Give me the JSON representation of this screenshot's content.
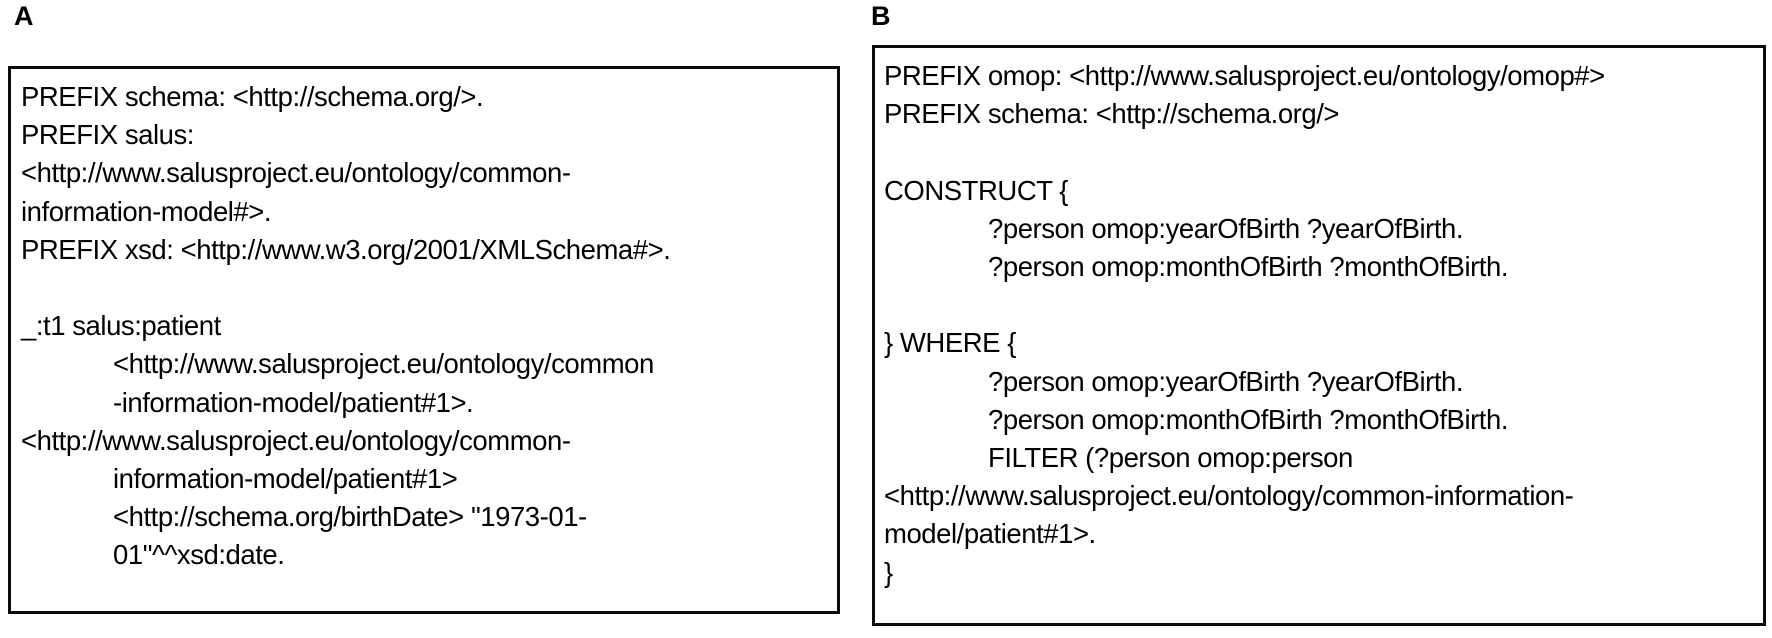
{
  "figure": {
    "background_color": "#ffffff",
    "text_color": "#000000",
    "border_color": "#0b0b0b"
  },
  "panels": [
    {
      "label": "A",
      "name": "rdf-triples-panel",
      "lines": [
        "PREFIX schema: <http://schema.org/>.",
        "PREFIX salus:",
        "<http://www.salusproject.eu/ontology/common-",
        "information-model#>.",
        "PREFIX xsd: <http://www.w3.org/2001/XMLSchema#>.",
        "",
        "_:t1 salus:patient",
        "<http://www.salusproject.eu/ontology/common",
        "-information-model/patient#1>.",
        "<http://www.salusproject.eu/ontology/common-",
        "information-model/patient#1>",
        "<http://schema.org/birthDate> \"1973-01-",
        "01\"^^xsd:date."
      ],
      "indents": [
        0,
        0,
        0,
        0,
        0,
        0,
        0,
        1,
        1,
        0,
        1,
        1,
        1
      ]
    },
    {
      "label": "B",
      "name": "sparql-construct-panel",
      "lines": [
        "PREFIX omop: <http://www.salusproject.eu/ontology/omop#>",
        "PREFIX schema: <http://schema.org/>",
        "",
        "CONSTRUCT {",
        "?person omop:yearOfBirth ?yearOfBirth.",
        "?person omop:monthOfBirth ?monthOfBirth.",
        "",
        "} WHERE {",
        "?person omop:yearOfBirth ?yearOfBirth.",
        "?person omop:monthOfBirth ?monthOfBirth.",
        "FILTER (?person omop:person",
        "<http://www.salusproject.eu/ontology/common-information-",
        "model/patient#1>.",
        "}"
      ],
      "indents": [
        0,
        0,
        0,
        0,
        1,
        1,
        0,
        0,
        1,
        1,
        1,
        0,
        0,
        0
      ]
    }
  ]
}
